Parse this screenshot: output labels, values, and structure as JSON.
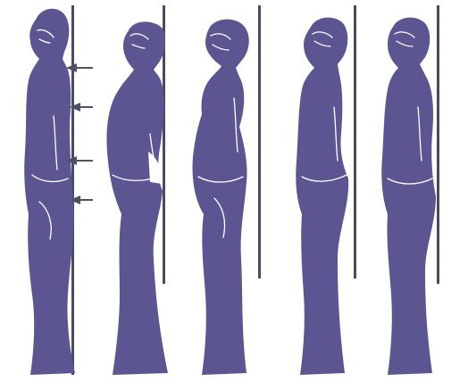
{
  "colors": {
    "figure_fill": "#5b5692",
    "plumb_line": "#4a4a62",
    "arrow": "#4f4f66",
    "contour": "#ffffff",
    "background": "#ffffff"
  },
  "figures": [
    {
      "id": "posture-ideal",
      "arrows": 4
    },
    {
      "id": "posture-kyphotic",
      "arrows": 0
    },
    {
      "id": "posture-lordotic",
      "arrows": 0
    },
    {
      "id": "posture-flat-back",
      "arrows": 0
    },
    {
      "id": "posture-sway-back",
      "arrows": 0
    }
  ]
}
